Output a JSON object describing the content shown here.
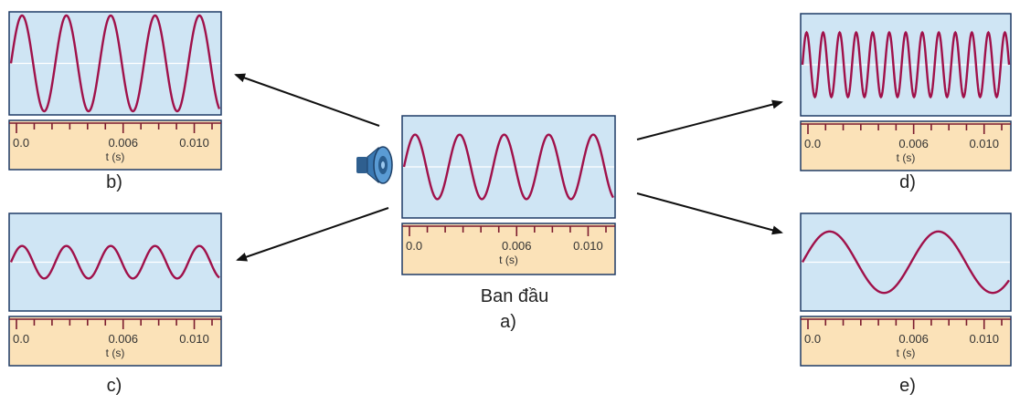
{
  "original_label": "Ban đầu",
  "axis": {
    "ticks": [
      "0.0",
      "0.006",
      "0.010"
    ],
    "unit_label": "t (s)"
  },
  "panels": [
    {
      "id": "a",
      "caption": "a)",
      "cycles": 4.7,
      "amplitude": 0.68,
      "phase": 0
    },
    {
      "id": "b",
      "caption": "b)",
      "cycles": 4.7,
      "amplitude": 1.0,
      "phase": 0
    },
    {
      "id": "c",
      "caption": "c)",
      "cycles": 4.7,
      "amplitude": 0.36,
      "phase": 0
    },
    {
      "id": "d",
      "caption": "d)",
      "cycles": 12.5,
      "amplitude": 0.68,
      "phase": 0
    },
    {
      "id": "e",
      "caption": "e)",
      "cycles": 1.9,
      "amplitude": 0.68,
      "phase": 0
    }
  ],
  "colors": {
    "wave": "#a0114a",
    "wave_bg": "#cfe5f4",
    "axis_bg": "#fbe2b8",
    "frame": "#1f3b66",
    "arrow": "#111111",
    "tick": "#7b1b2e"
  },
  "icons": {
    "speaker": "speaker-icon"
  }
}
